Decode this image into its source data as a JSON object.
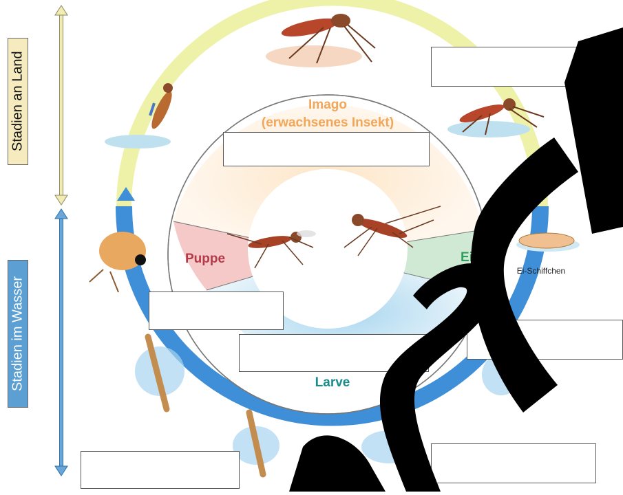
{
  "labels": {
    "land": "Stadien an Land",
    "water": "Stadien im Wasser",
    "imago_line1": "Imago",
    "imago_line2": "(erwachsenes Insekt)",
    "puppe": "Puppe",
    "ei": "Ei",
    "larve": "Larve",
    "ei_schiffchen": "Ei-Schiffchen"
  },
  "colors": {
    "land_bar": "#f6ebbf",
    "water_bar": "#5b9fd3",
    "outer_ring_land": "#eef2a8",
    "outer_ring_water": "#3f8fd8",
    "imago_text": "#f2a65a",
    "puppe_text": "#b23a4a",
    "ei_text": "#2f9e5a",
    "larve_text": "#1b8c8c"
  },
  "answer_boxes": [
    "",
    "",
    "",
    "",
    "",
    "",
    ""
  ]
}
